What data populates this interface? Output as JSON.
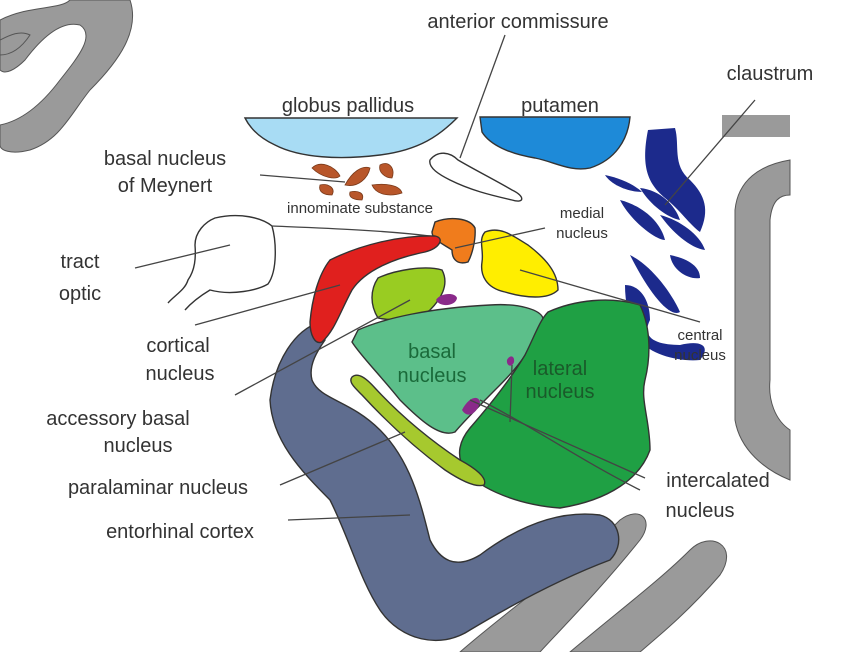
{
  "labels": {
    "anterior_commissure": "anterior commissure",
    "claustrum": "claustrum",
    "globus_pallidus": "globus pallidus",
    "putamen": "putamen",
    "meynert_1": "basal nucleus",
    "meynert_2": "of Meynert",
    "innominate": "innominate substance",
    "medial_1": "medial",
    "medial_2": "nucleus",
    "tract_1": "tract",
    "tract_2": "optic",
    "cortical_1": "cortical",
    "cortical_2": "nucleus",
    "central_1": "central",
    "central_2": "nucleus",
    "basal_1": "basal",
    "basal_2": "nucleus",
    "lateral_1": "lateral",
    "lateral_2": "nucleus",
    "accessory_1": "accessory basal",
    "accessory_2": "nucleus",
    "paralaminar": "paralaminar nucleus",
    "intercalated_1": "intercalated",
    "intercalated_2": "nucleus",
    "entorhinal": "entorhinal cortex"
  },
  "colors": {
    "globus_pallidus": "#a8dcf4",
    "putamen": "#1e8ad8",
    "claustrum": "#1c2a8c",
    "meynert": "#b8562a",
    "medial": "#f07c1c",
    "cortical": "#e0201e",
    "central": "#ffee00",
    "accessory_basal": "#99cc22",
    "basal": "#5cbf8a",
    "lateral": "#1fa044",
    "paralaminar": "#a6c92e",
    "intercalated": "#8a2a8a",
    "entorhinal": "#5f6d8f",
    "cortex_gray": "#9a9a9a"
  }
}
